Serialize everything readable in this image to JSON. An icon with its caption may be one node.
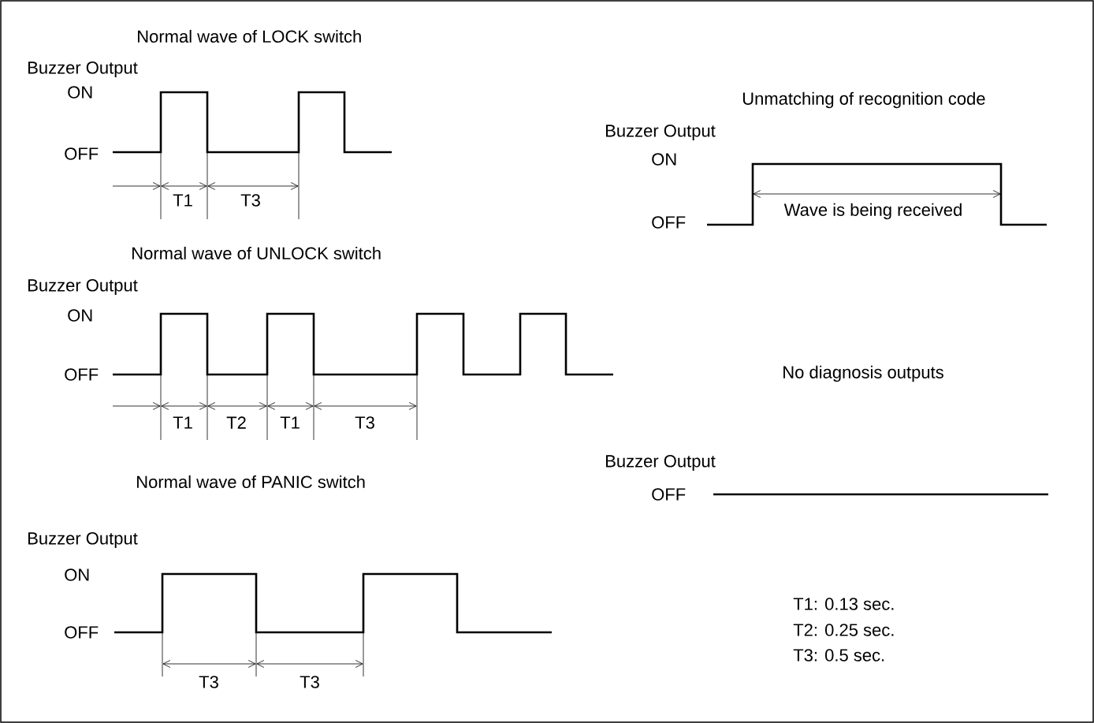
{
  "diagram": {
    "labels": [
      "Normal wave of LOCK switch",
      "Buzzer Output",
      "ON",
      "Unmatching of recognition code",
      "Buzzer Output",
      "OFF",
      "ON",
      "T1",
      "T3",
      "OFF",
      "Wave is being received",
      "Normal wave of UNLOCK switch",
      "Buzzer Output",
      "ON",
      "OFF",
      "No diagnosis outputs",
      "T1",
      "T2",
      "T1",
      "T3",
      "Buzzer Output",
      "Normal wave of PANIC switch",
      "OFF",
      "Buzzer Output",
      "ON",
      "T1: 0.13 sec.",
      "OFF",
      "T2: 0.25 sec.",
      "T3: 0.5 sec.",
      "T3",
      "T3"
    ]
  }
}
